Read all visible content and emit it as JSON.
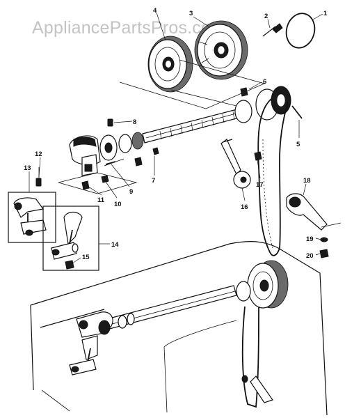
{
  "watermark": "AppliancePartsPros.com",
  "callouts": [
    "1",
    "2",
    "3",
    "4",
    "5",
    "6",
    "7",
    "8",
    "9",
    "10",
    "11",
    "12",
    "13",
    "14",
    "15",
    "16",
    "17",
    "18",
    "19",
    "20"
  ]
}
